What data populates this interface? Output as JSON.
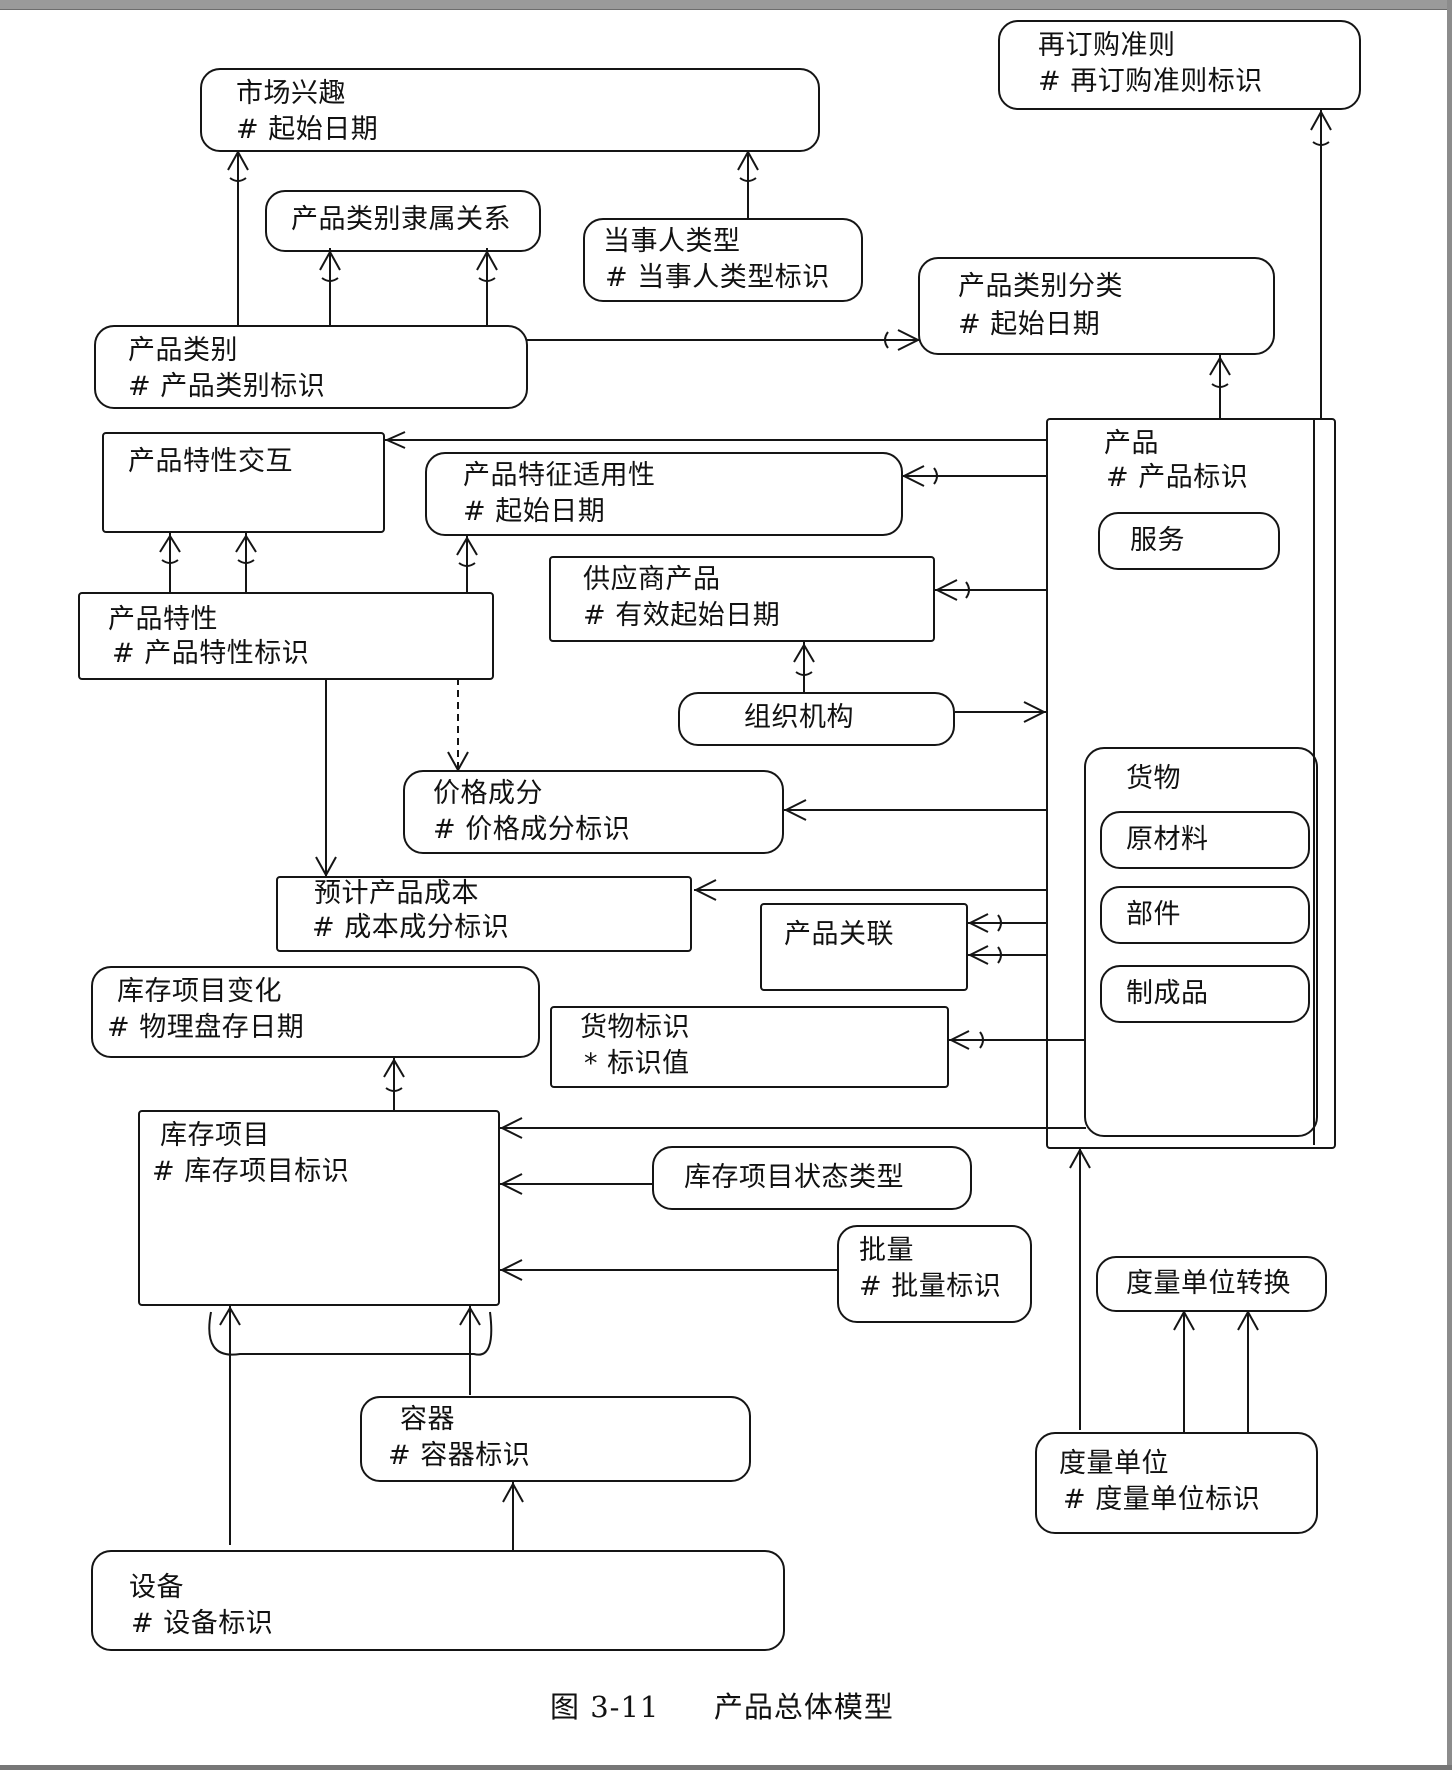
{
  "entities": {
    "market_interest": {
      "name": "市场兴趣",
      "key": "# 起始日期"
    },
    "reorder_guideline": {
      "name": "再订购准则",
      "key": "# 再订购准则标识"
    },
    "category_rollup": {
      "name": "产品类别隶属关系"
    },
    "party_type": {
      "name": "当事人类型",
      "key": "# 当事人类型标识"
    },
    "category_classification": {
      "name": "产品类别分类",
      "key": "# 起始日期"
    },
    "product_category": {
      "name": "产品类别",
      "key": "# 产品类别标识"
    },
    "feature_interaction": {
      "name": "产品特性交互"
    },
    "feature_applicability": {
      "name": "产品特征适用性",
      "key": "# 起始日期"
    },
    "supplier_product": {
      "name": "供应商产品",
      "key": "# 有效起始日期"
    },
    "product_feature": {
      "name": "产品特性",
      "key": "# 产品特性标识"
    },
    "organization": {
      "name": "组织机构"
    },
    "price_component": {
      "name": "价格成分",
      "key": "# 价格成分标识"
    },
    "estimated_cost": {
      "name": "预计产品成本",
      "key": "# 成本成分标识"
    },
    "product_association": {
      "name": "产品关联"
    },
    "inventory_variance": {
      "name": "库存项目变化",
      "key": "# 物理盘存日期"
    },
    "good_identification": {
      "name": "货物标识",
      "key": "* 标识值"
    },
    "inventory_item": {
      "name": "库存项目",
      "key": "# 库存项目标识"
    },
    "inventory_status_type": {
      "name": "库存项目状态类型"
    },
    "lot": {
      "name": "批量",
      "key": "# 批量标识"
    },
    "uom_conversion": {
      "name": "度量单位转换"
    },
    "container": {
      "name": "容器",
      "key": "# 容器标识"
    },
    "uom": {
      "name": "度量单位",
      "key": "# 度量单位标识"
    },
    "facility": {
      "name": "设备",
      "key": "# 设备标识"
    },
    "product": {
      "name": "产品",
      "key": "# 产品标识",
      "service": "服务",
      "good": "货物",
      "raw_material": "原材料",
      "subassembly": "部件",
      "finished_good": "制成品"
    }
  },
  "caption": {
    "number": "图 3-11",
    "title": "产品总体模型"
  },
  "colors": {
    "ink": "#151515",
    "background": "#ffffff"
  }
}
